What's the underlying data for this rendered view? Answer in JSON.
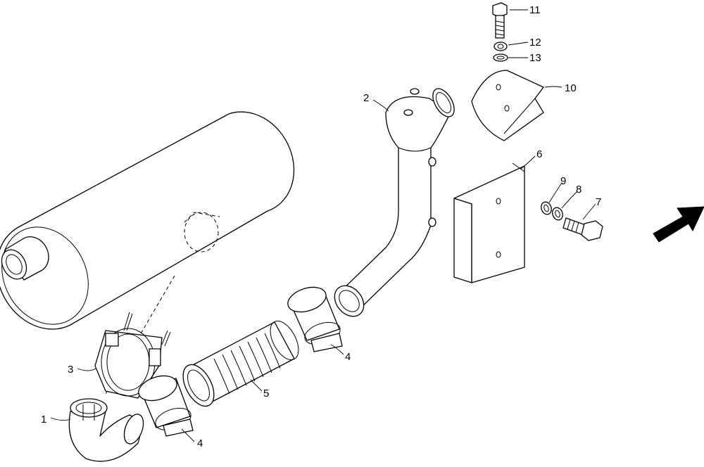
{
  "callouts": [
    {
      "id": "c1",
      "text": "1"
    },
    {
      "id": "c2",
      "text": "2"
    },
    {
      "id": "c3",
      "text": "3"
    },
    {
      "id": "c4a",
      "text": "4"
    },
    {
      "id": "c4b",
      "text": "4"
    },
    {
      "id": "c5",
      "text": "5"
    },
    {
      "id": "c6",
      "text": "6"
    },
    {
      "id": "c7",
      "text": "7"
    },
    {
      "id": "c8",
      "text": "8"
    },
    {
      "id": "c9",
      "text": "9"
    },
    {
      "id": "c10",
      "text": "10"
    },
    {
      "id": "c11",
      "text": "11"
    },
    {
      "id": "c12",
      "text": "12"
    },
    {
      "id": "c13",
      "text": "13"
    }
  ],
  "colors": {
    "line": "#000000",
    "background": "#ffffff"
  },
  "icons": {
    "direction": "direction-arrow-icon"
  }
}
